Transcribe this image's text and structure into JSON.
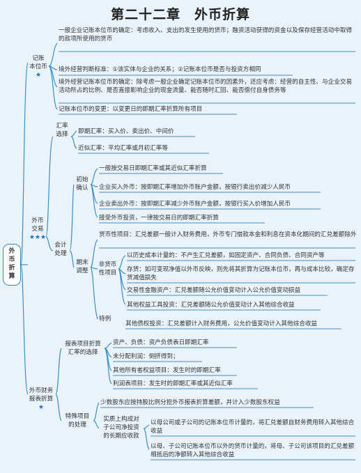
{
  "title": "第二十二章　外币折算",
  "root": "外币折算",
  "star1": "★",
  "star3": "★★★",
  "sections": {
    "a": {
      "label_l1": "记账",
      "label_l2": "本位币",
      "items": [
        "一般企业记账本位币的确定：考虑收入、支出的发生使用的货币；融资活动获得的资金以及保存经营活动中取得的款项所使用的货币",
        "境外经营判断标准：①该实体与企业的关系；②记账本位币是否与投资方相同",
        "境外经营记账本位币的确定：除考虑一般企业确定记账本位币的因素外，还应考虑：经营的自主性、与企业交易活动所占的比例、是否直接影响企业的现金流量、能否随时汇回、能否偿付自身债务等",
        "记账本位币的变更：以变更日的即期汇率折算所有项目"
      ]
    },
    "b": {
      "label_l1": "外币",
      "label_l2": "交易",
      "rate": {
        "label_l1": "汇率",
        "label_l2": "选择",
        "items": [
          "即期汇率：买入价、卖出价、中间价",
          "近似汇率：平均汇率或月初汇率等"
        ]
      },
      "acct": {
        "label_l1": "会计",
        "label_l2": "处理",
        "init": {
          "label_l1": "初始",
          "label_l2": "确认",
          "items": [
            "一般按交易日即期汇率或其近似汇率折算",
            "企业买入外币：按即期汇率增加外币账户金额，按银行卖出价减少人民币",
            "企业卖出外币：按即期汇率减少外币账户金额，按银行买入价增加人民币",
            "接受外币投资，一律按交易日的即期汇率折算"
          ]
        },
        "end": {
          "label_l1": "期末",
          "label_l2": "调整",
          "monetary": "货币性项目：汇兑差额一般计入财务费用，外币专门借款本金和利息在资本化期间的汇兑差额除外",
          "nonmon": {
            "label_l1": "非货币",
            "label_l2": "性项目",
            "items": [
              "以历史成本计量的：不产生汇兑差额，如固定资产、合同负债、合同资产等",
              "存货：如可变现净值以外币反映，则先将其折算为记账本位币，再与成本比较，确定存货减值损失",
              "交易性金融资产：汇兑差额随公允价值变动计入公允价值变动损益",
              "其他权益工具投资：汇兑差额随公允价值变动计入其他综合收益"
            ]
          },
          "special_label": "特例",
          "special": "其他债权投资：汇兑差额计入财务费用，公允价值变动计入其他综合收益"
        }
      }
    },
    "c": {
      "label_l1": "外币财务",
      "label_l2": "报表折算",
      "choice": {
        "label_l1": "报表项目折算",
        "label_l2": "汇率的选择",
        "items": [
          "资产、负债：资产负债表日即期汇率",
          "未分配利润：倒挤得到；",
          "其他所有者权益项目：发生时的即期汇率",
          "利润表项目：发生时的即期汇率或其近似汇率"
        ]
      },
      "special": {
        "label_l1": "特殊项目",
        "label_l2": "的处理",
        "minority": "少数股东应按持股比例分担外币报表折算差额，并计入少数股东权益",
        "net": {
          "label_l1": "实质上构成对",
          "label_l2": "子公司净投资",
          "label_l3": "的长期应收款",
          "items": [
            "以母公司或子公司的记账本位币计量的，将汇兑差额自财务费用转入其他综合收益",
            "以母、子公司记账本位币以外的货币计量的，将母、子公司该项目的汇兑差额相抵后的净额转入其他综合收益"
          ]
        }
      }
    }
  }
}
